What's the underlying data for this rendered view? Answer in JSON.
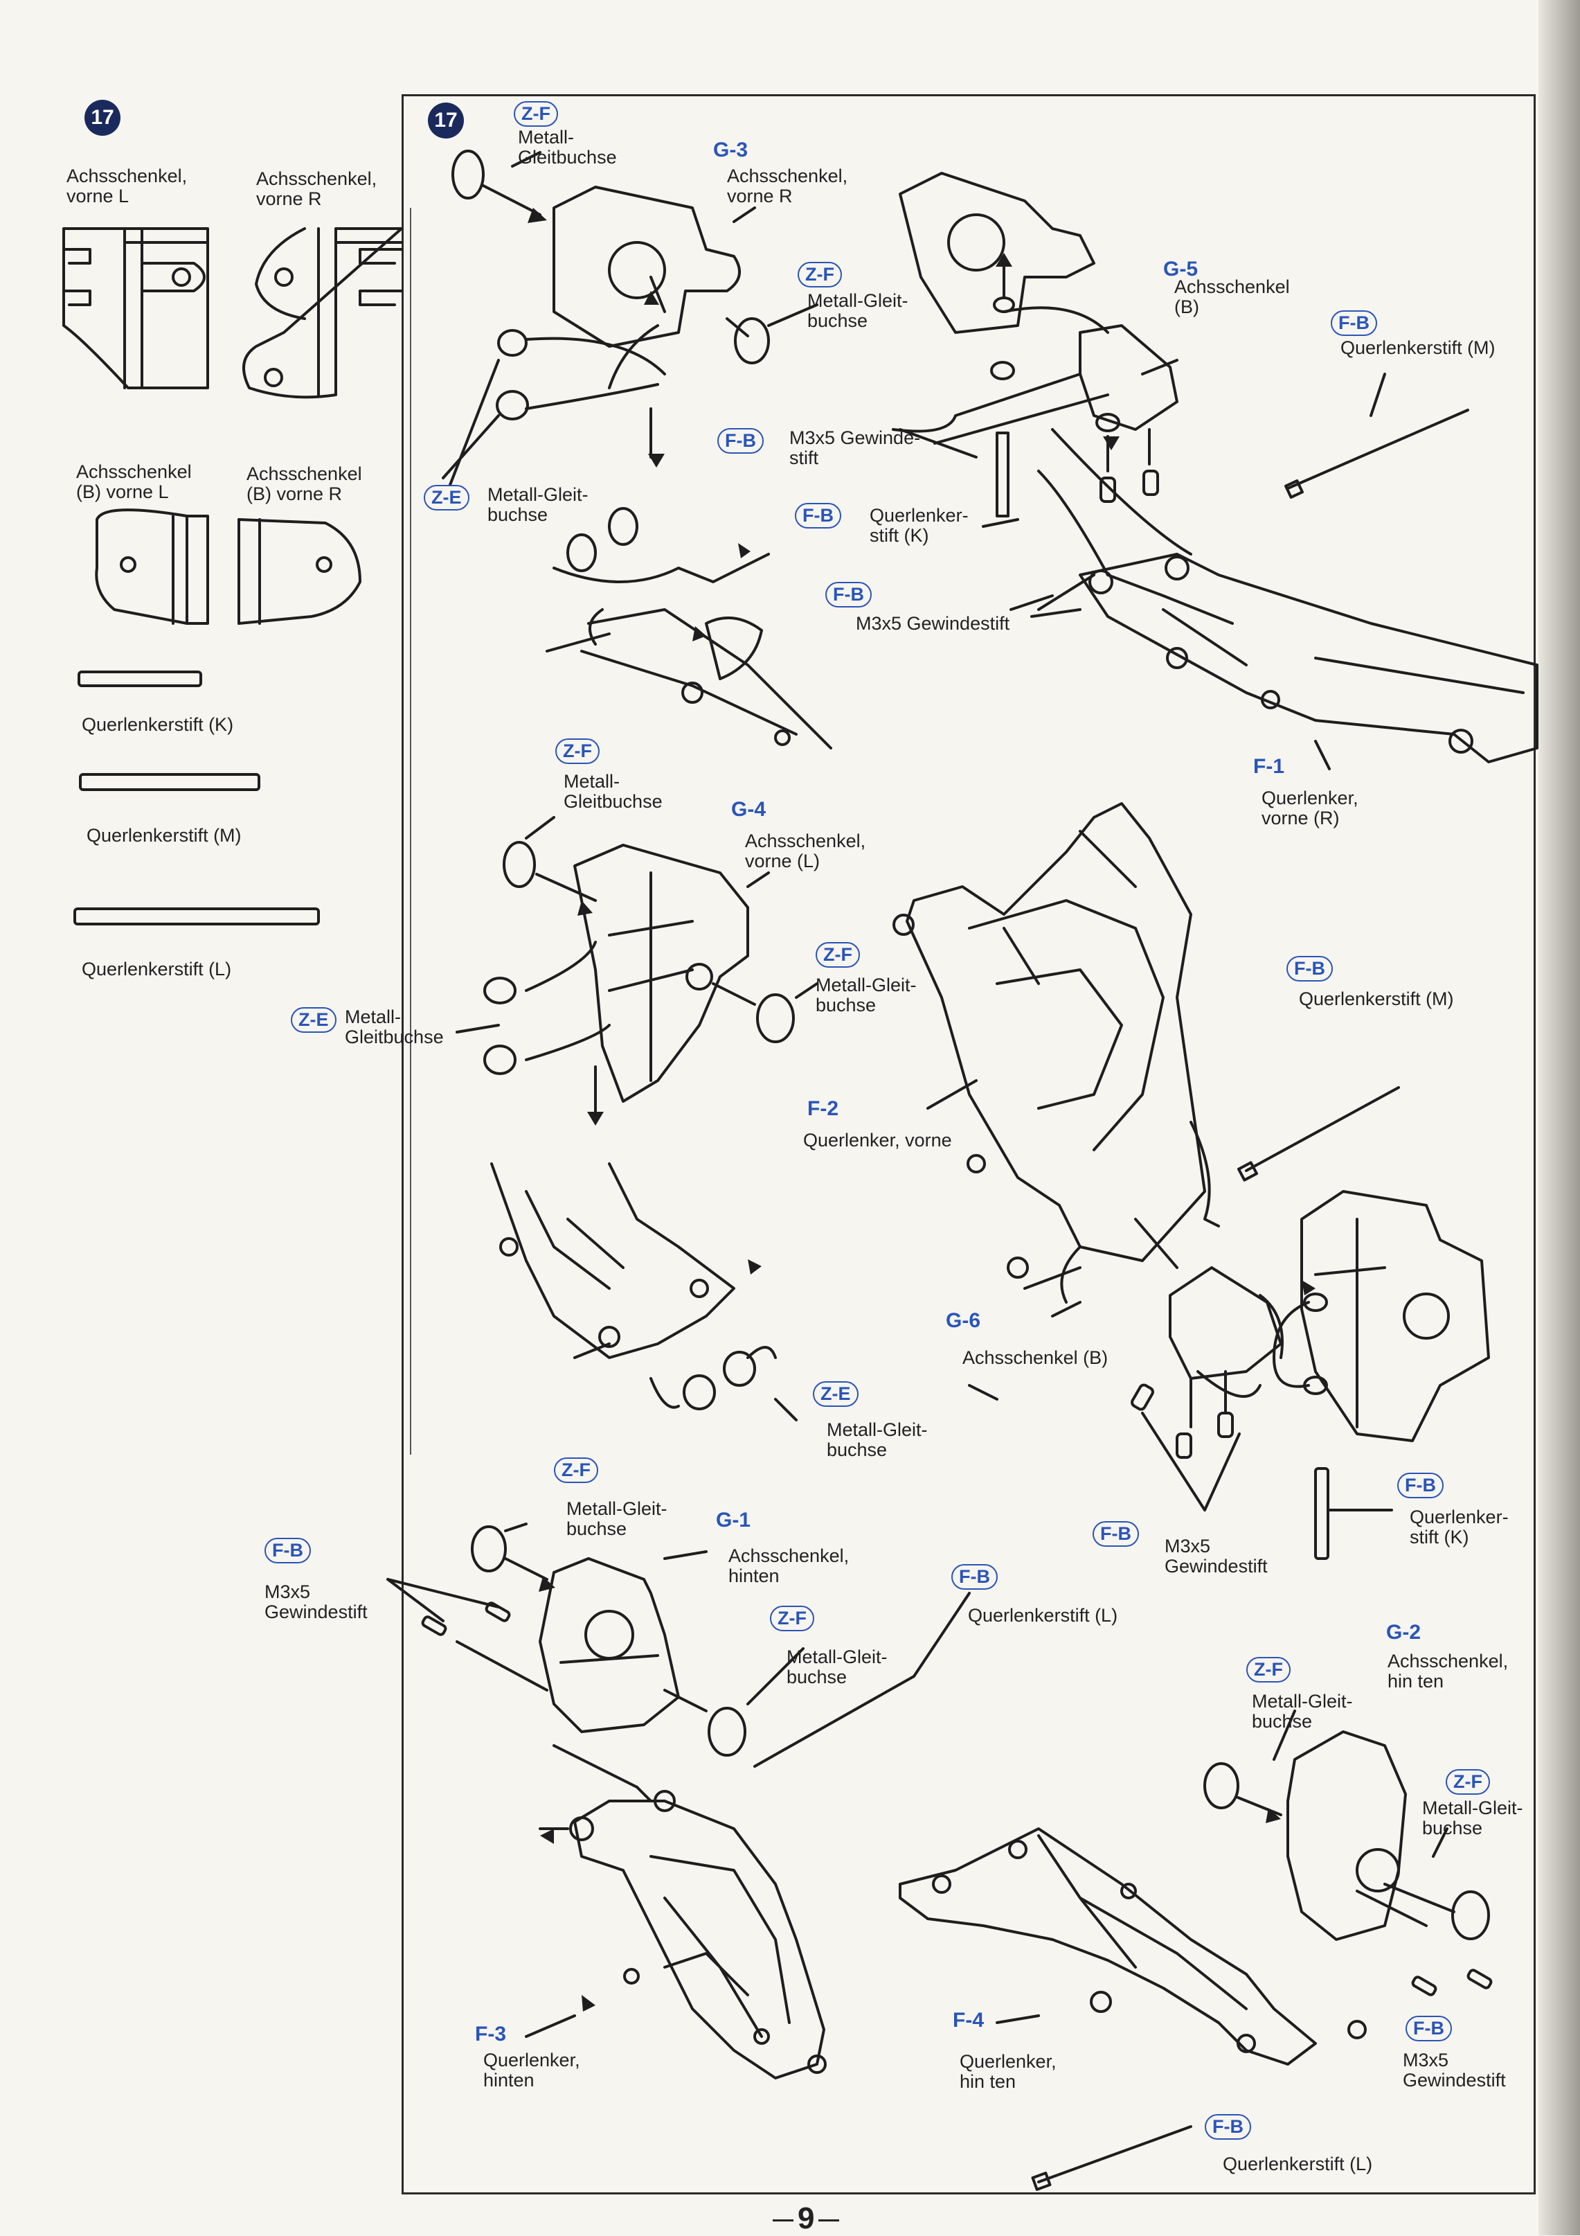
{
  "step_number": "17",
  "page_number": "9",
  "left_column": {
    "kl_front_left": "Achsschenkel,\nvorne L",
    "kl_front_right": "Achsschenkel,\nvorne R",
    "kl_b_left": "Achsschenkel\n(B) vorne L",
    "kl_b_right": "Achsschenkel\n(B) vorne R",
    "pin_k": "Querlenkerstift (K)",
    "pin_m": "Querlenkerstift (M)",
    "pin_l": "Querlenkerstift (L)"
  },
  "codes": {
    "zf": "Z-F",
    "ze": "Z-E",
    "fb": "F-B"
  },
  "refs": {
    "g3": "G-3",
    "g5": "G-5",
    "g4": "G-4",
    "g6": "G-6",
    "g1": "G-1",
    "g2": "G-2",
    "f1": "F-1",
    "f2": "F-2",
    "f3": "F-3",
    "f4": "F-4"
  },
  "labels": {
    "metall_gleitbuchse_a": "Metall-\nGleitbuchse",
    "metall_gleit_buchse": "Metall-Gleit-\nbuchse",
    "metall_gleitbuchse_one": "Metall-Gleitbuchse",
    "metall_gleitbuchse_split": "Metall-\nGleitbuchse",
    "kl_vorne_r": "Achsschenkel,\nvorne R",
    "kl_vorne_l": "Achsschenkel,\nvorne (L)",
    "kl_b": "Achsschenkel\n(B)",
    "kl_b_inline": "Achsschenkel (B)",
    "kl_hinten": "Achsschenkel,\nhinten",
    "kl_hinten_spaced": "Achsschenkel,\nhin ten",
    "pin_m": "Querlenkerstift (M)",
    "pin_k": "Querlenker-\nstift (K)",
    "pin_l": "Querlenkerstift (L)",
    "m3x5_gewindestift_inline": "M3x5 Gewinde-\nstift",
    "m3x5_gewindestift": "M3x5 Gewindestift",
    "m3x5_split": "M3x5\nGewindestift",
    "ql_vorne_r": "Querlenker,\nvorne (R)",
    "ql_vorne": "Querlenker, vorne",
    "ql_hinten": "Querlenker,\nhinten",
    "ql_hinten_spaced": "Querlenker,\nhin ten"
  }
}
